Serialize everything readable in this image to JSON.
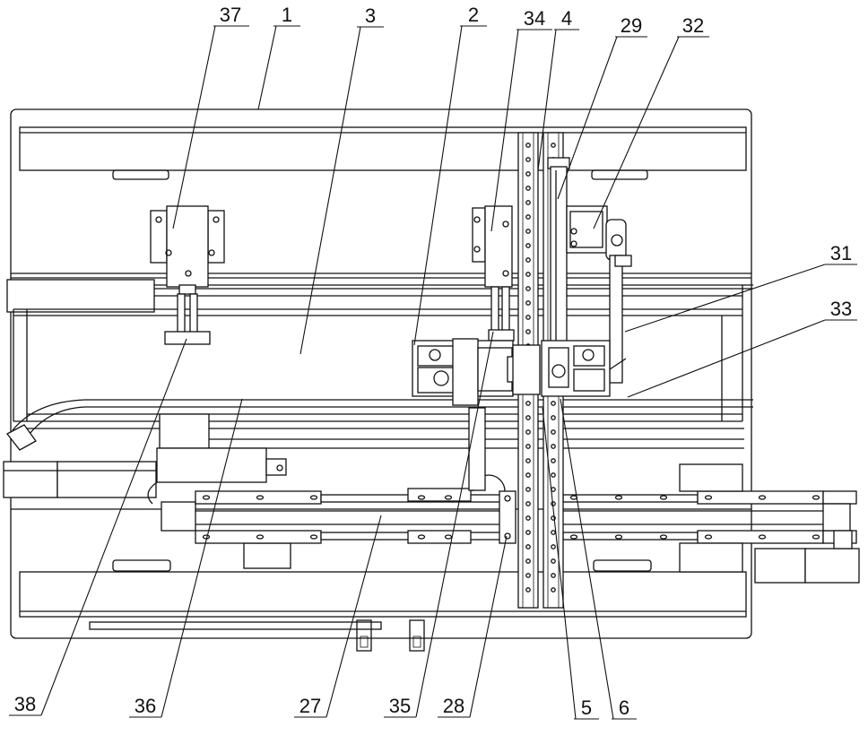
{
  "reference_numerals": {
    "n37": "37",
    "n1": "1",
    "n3": "3",
    "n2": "2",
    "n34": "34",
    "n4": "4",
    "n29": "29",
    "n32": "32",
    "n31": "31",
    "n33": "33",
    "n38": "38",
    "n36": "36",
    "n27": "27",
    "n35": "35",
    "n28": "28",
    "n5": "5",
    "n6": "6"
  }
}
